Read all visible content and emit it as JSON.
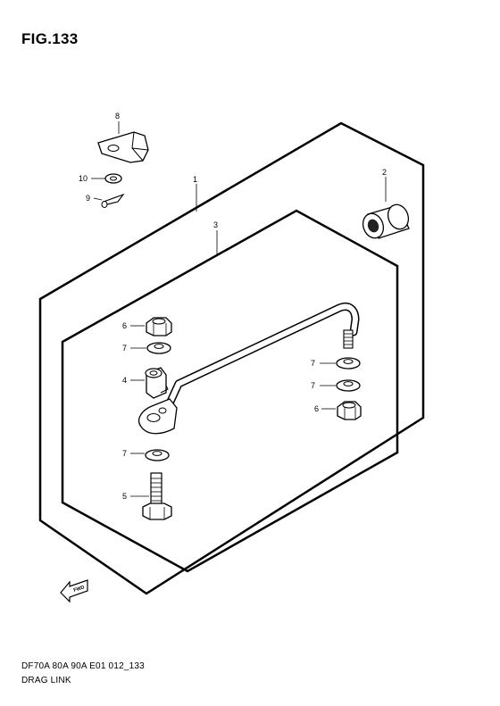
{
  "figure": {
    "title": "FIG.133",
    "code": "DF70A 80A 90A E01 012_133",
    "name": "DRAG LINK"
  },
  "callouts": {
    "c1": "1",
    "c2": "2",
    "c3": "3",
    "c4": "4",
    "c5": "5",
    "c6a": "6",
    "c6b": "6",
    "c7a": "7",
    "c7b": "7",
    "c7c": "7",
    "c7d": "7",
    "c8": "8",
    "c9": "9",
    "c10": "10"
  },
  "fwd_label": "FWD"
}
